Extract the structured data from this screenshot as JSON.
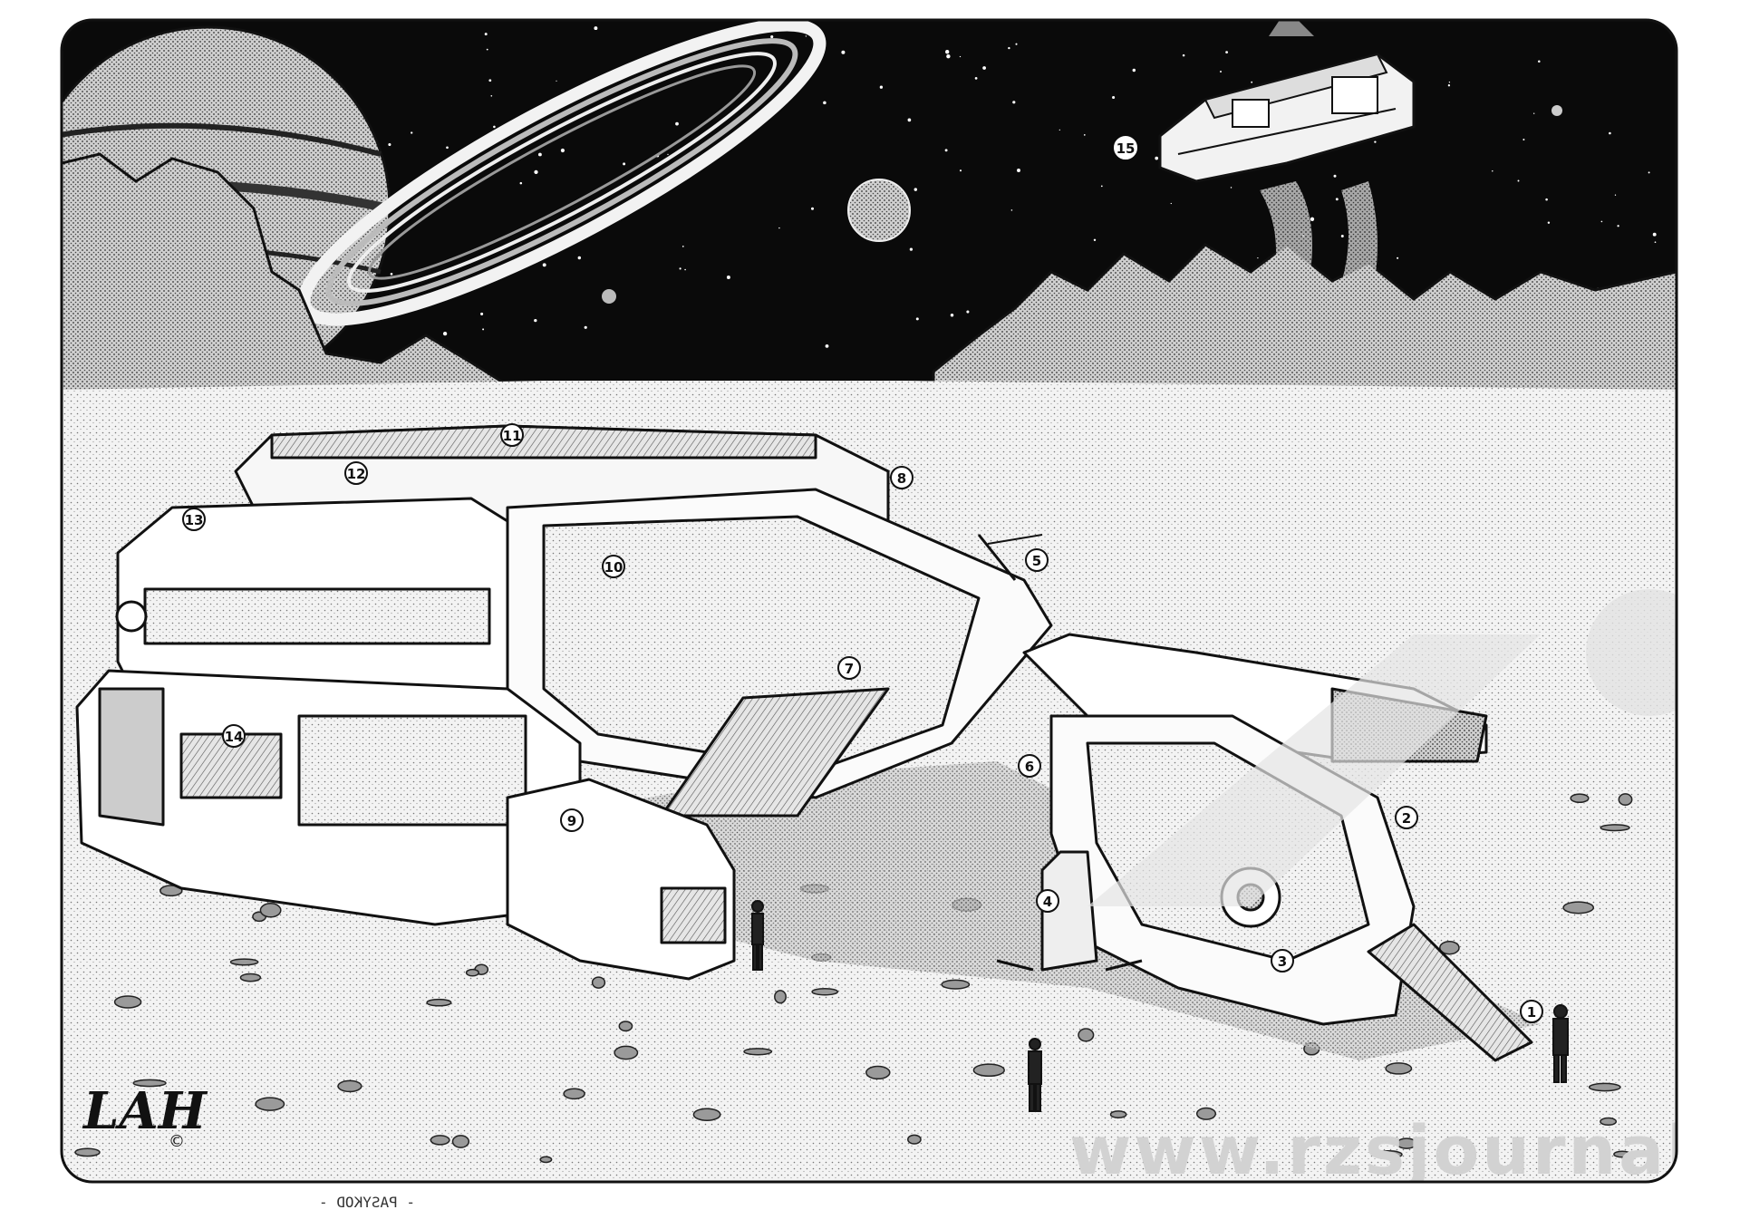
{
  "callouts": [
    {
      "number": "1"
    },
    {
      "number": "2"
    },
    {
      "number": "3"
    },
    {
      "number": "4"
    },
    {
      "number": "5"
    },
    {
      "number": "6"
    },
    {
      "number": "7"
    },
    {
      "number": "8"
    },
    {
      "number": "9"
    },
    {
      "number": "10"
    },
    {
      "number": "11"
    },
    {
      "number": "12"
    },
    {
      "number": "13"
    },
    {
      "number": "14"
    },
    {
      "number": "15"
    }
  ],
  "watermark": {
    "text": "www.rzsjournal.de"
  },
  "artist_signature": {
    "text": "LAH",
    "copyright": "©"
  },
  "mirrored_label": {
    "text": "- PASYKOD -"
  },
  "colors": {
    "ink": "#111111",
    "paper": "#ffffff",
    "sky": "#0a0a0a",
    "ground": "#f0f0f0",
    "watermark": "#d2d2d2"
  }
}
